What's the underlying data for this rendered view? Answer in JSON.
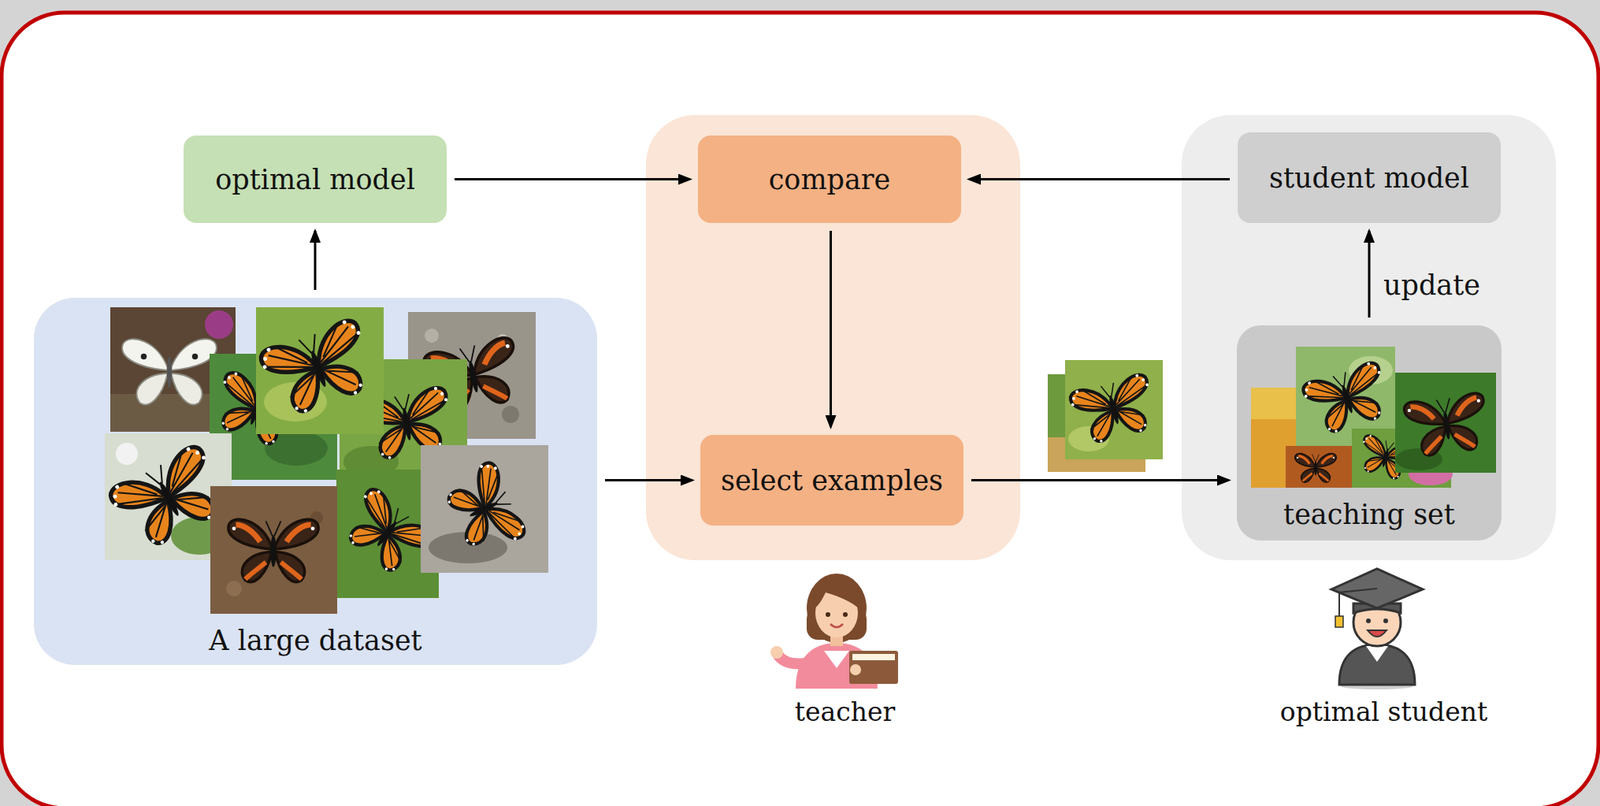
{
  "diagram": {
    "nodes": [
      {
        "text": [
          "optimal model"
        ]
      },
      {
        "text": [
          "A large dataset"
        ]
      },
      {
        "text": [
          "teacher"
        ]
      },
      {
        "text": [
          "compare"
        ],
        "in": 2
      },
      {
        "text": [
          "select examples"
        ],
        "in": 2
      },
      {
        "text": [
          "optimal student"
        ]
      },
      {
        "text": [
          "student model"
        ],
        "in": 5
      },
      {
        "text": [
          "teaching set"
        ],
        "in": 5
      }
    ],
    "edges": [
      {
        "from": 1,
        "to": 0,
        "arrow": "to"
      },
      {
        "from": 0,
        "to": 3,
        "arrow": "to"
      },
      {
        "from": 6,
        "to": 3,
        "arrow": "to"
      },
      {
        "from": 3,
        "to": 4,
        "arrow": "to"
      },
      {
        "from": 1,
        "to": 4,
        "arrow": "to"
      },
      {
        "from": 4,
        "to": 7,
        "arrow": "to"
      },
      {
        "from": 7,
        "to": 6,
        "arrow": "to",
        "label": "update"
      }
    ]
  }
}
